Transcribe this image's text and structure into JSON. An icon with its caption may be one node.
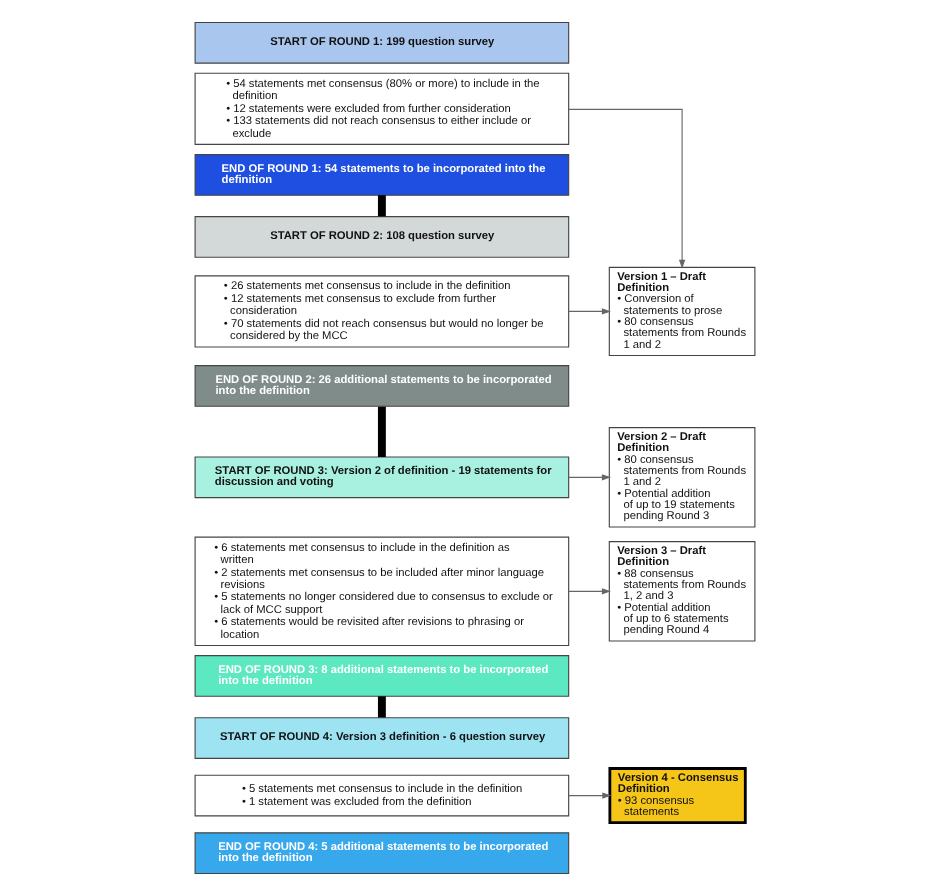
{
  "diagram": {
    "nodes": [
      {
        "text": [
          "START OF ROUND 1: 199 question survey"
        ]
      },
      {
        "text": [
          "• 54 statements met consensus (80% or more) to include in the definition",
          "• 12 statements were excluded from further consideration",
          "• 133 statements did not reach consensus to either include or exclude"
        ]
      },
      {
        "text": [
          "END OF ROUND 1: 54 statements to be incorporated into the definition"
        ]
      },
      {
        "text": [
          "START OF ROUND 2: 108 question survey"
        ]
      },
      {
        "text": [
          "• 26 statements met consensus to include in the definition",
          "• 12 statements met consensus to exclude from further consideration",
          "• 70 statements did not reach consensus but would no longer be considered by the MCC"
        ]
      },
      {
        "text": [
          "END OF ROUND 2: 26 additional statements to be incorporated into the definition"
        ]
      },
      {
        "text": [
          "START OF ROUND 3: Version 2 of definition - 19 statements for discussion and voting"
        ]
      },
      {
        "text": [
          "• 6 statements met consensus to include in the definition as written",
          "• 2 statements met consensus to be included after minor language revisions",
          "• 5 statements no longer considered due to consensus to exclude or lack of MCC support",
          "• 6 statements would be revisited after revisions to phrasing or location"
        ]
      },
      {
        "text": [
          "END OF ROUND 3: 8 additional statements to be incorporated into the definition"
        ]
      },
      {
        "text": [
          "START OF ROUND 4: Version 3 definition - 6 question survey"
        ]
      },
      {
        "text": [
          "• 5 statements met consensus to include in the definition",
          "• 1 statement was excluded from the definition"
        ]
      },
      {
        "text": [
          "END OF ROUND 4: 5 additional statements to be incorporated into the definition"
        ]
      },
      {
        "text": [
          "Version 1 – Draft Definition",
          "• Conversion of statements to prose",
          "• 80 consensus statements from Rounds 1 and 2"
        ]
      },
      {
        "text": [
          "Version 2 – Draft Definition",
          "• 80 consensus statements from Rounds 1 and 2",
          "• Potential addition of up to 19 statements pending Round 3"
        ]
      },
      {
        "text": [
          "Version 3 – Draft Definition",
          "• 88 consensus statements from Rounds 1, 2 and 3",
          "• Potential addition of up to 6 statements pending Round 4"
        ]
      },
      {
        "text": [
          "Version 4 - Consensus Definition",
          "• 93 consensus statements"
        ]
      }
    ],
    "edges": [
      {
        "from": 2,
        "to": 3,
        "arrow": "none",
        "style": "thick",
        "color": "#000000"
      },
      {
        "from": 5,
        "to": 6,
        "arrow": "none",
        "style": "thick",
        "color": "#000000"
      },
      {
        "from": 8,
        "to": 9,
        "arrow": "none",
        "style": "thick",
        "color": "#000000"
      },
      {
        "from": 1,
        "to": 12,
        "arrow": "to"
      },
      {
        "from": 4,
        "to": 12,
        "arrow": "to"
      },
      {
        "from": 6,
        "to": 13,
        "arrow": "to"
      },
      {
        "from": 7,
        "to": 14,
        "arrow": "to"
      },
      {
        "from": 10,
        "to": 15,
        "arrow": "to"
      }
    ]
  }
}
